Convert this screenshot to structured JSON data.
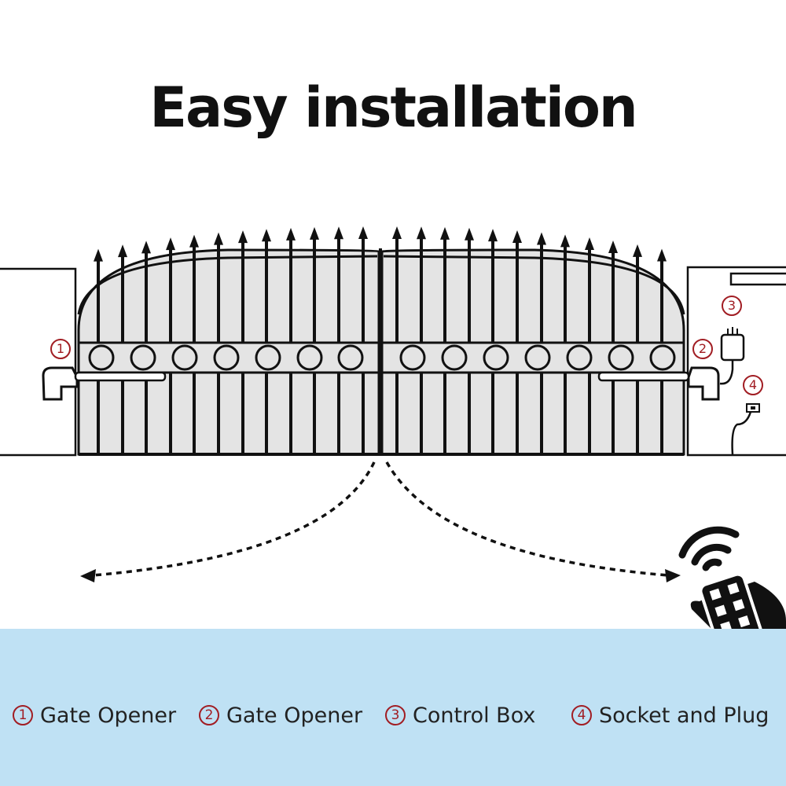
{
  "title": "Easy installation",
  "legend": [
    {
      "num": "1",
      "label": "Gate Opener"
    },
    {
      "num": "2",
      "label": "Gate Opener"
    },
    {
      "num": "3",
      "label": "Control Box"
    },
    {
      "num": "4",
      "label": "Socket and Plug"
    }
  ],
  "colors": {
    "accent": "#a11d23",
    "band": "#bfe1f4",
    "gate_fill": "#e4e4e4",
    "ink": "#111111"
  },
  "icons": [
    "gate-icon",
    "gate-opener-icon",
    "control-box-icon",
    "socket-icon",
    "remote-control-icon",
    "wifi-signal-icon",
    "swing-arrow-icon"
  ]
}
